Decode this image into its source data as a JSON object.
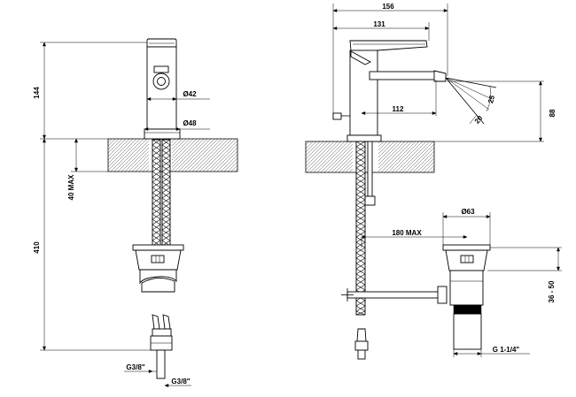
{
  "front_view": {
    "height_144": "144",
    "height_410": "410",
    "deck_40max": "40 MAX",
    "dia_42": "Ø42",
    "dia_48": "Ø48",
    "thread_left": "G3/8\"",
    "thread_right": "G3/8\""
  },
  "side_view": {
    "length_156": "156",
    "length_131": "131",
    "reach_112": "112",
    "height_88": "88",
    "angle_25": "25",
    "angle_20": "20",
    "rod_180max": "180 MAX",
    "dia_63": "Ø63",
    "waste_36_50": "36 - 50",
    "thread_waste": "G 1-1/4\""
  }
}
